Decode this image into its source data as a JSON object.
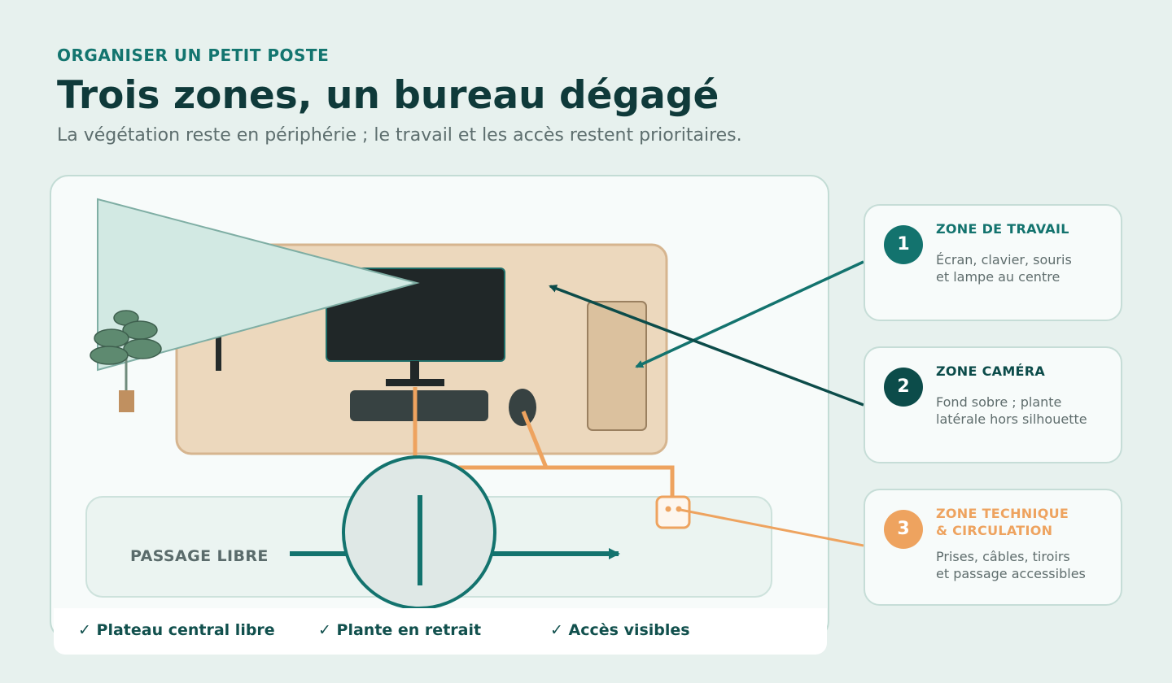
{
  "header": {
    "eyebrow": "ORGANISER UN PETIT POSTE",
    "title": "Trois zones, un bureau dégagé",
    "subtitle": "La végétation reste en périphérie ; le travail et les accès restent prioritaires."
  },
  "diagram": {
    "passage_label": "PASSAGE LIBRE"
  },
  "checklist": [
    "✓ Plateau central libre",
    "✓ Plante en retrait",
    "✓ Accès visibles"
  ],
  "zones": [
    {
      "number": "1",
      "title": "ZONE DE TRAVAIL",
      "text": "Écran, clavier, souris\net lampe au centre"
    },
    {
      "number": "2",
      "title": "ZONE CAMÉRA",
      "text": "Fond sobre ; plante\nlatérale hors silhouette"
    },
    {
      "number": "3",
      "title": "ZONE TECHNIQUE\n& CIRCULATION",
      "text": "Prises, câbles, tiroirs\net passage accessibles"
    }
  ],
  "colors": {
    "teal": "#13736e",
    "dark_teal": "#0c4c4a",
    "orange": "#eea35f",
    "desk": "#ecd8bd",
    "background": "#e7f1ee"
  }
}
